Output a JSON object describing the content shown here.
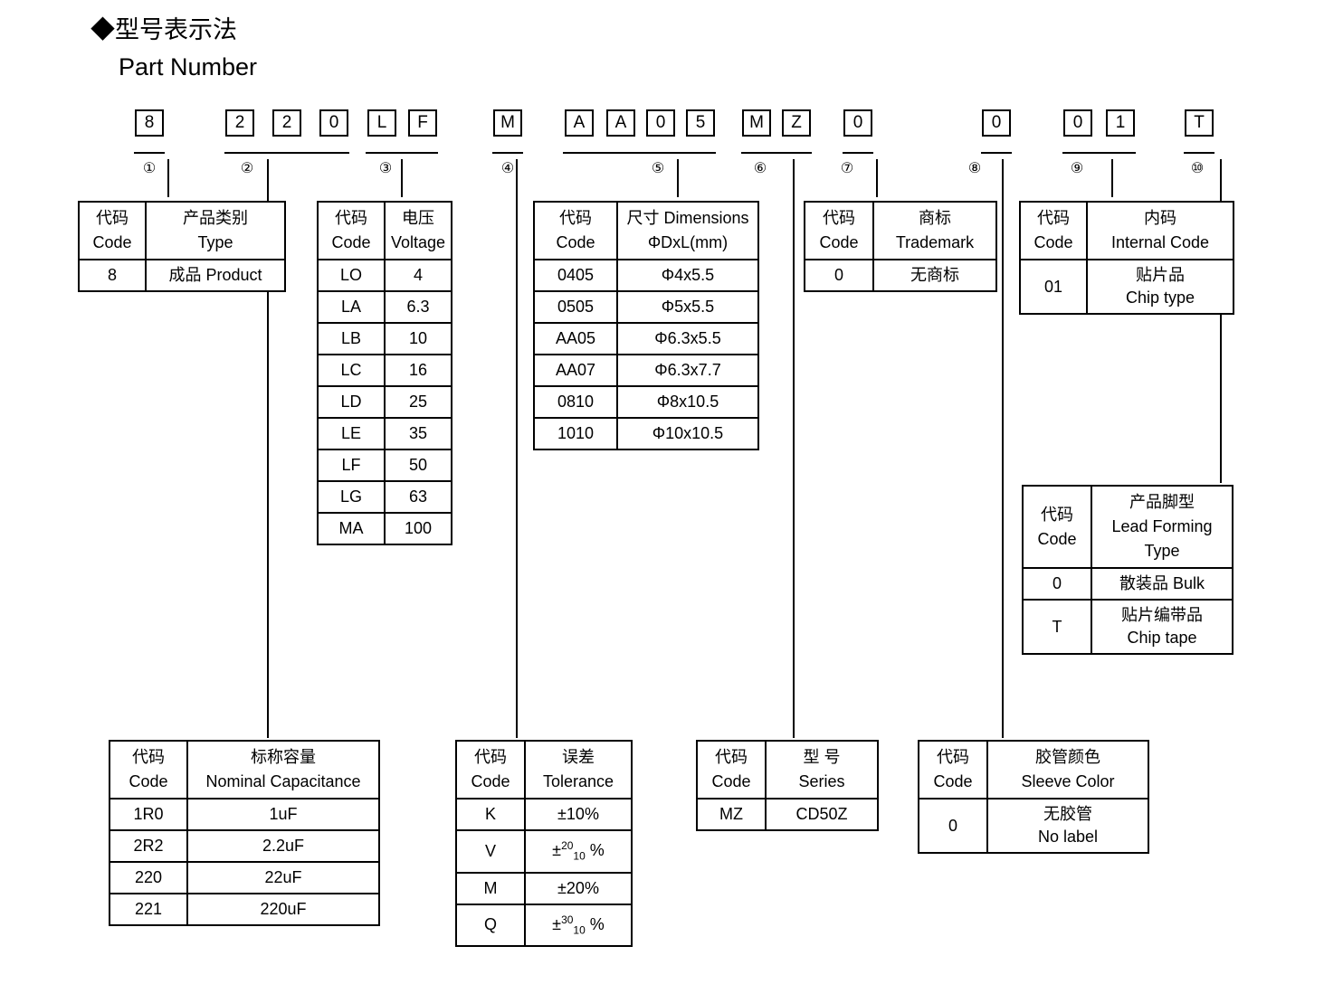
{
  "header": {
    "title_cn": "◆型号表示法",
    "title_en": "Part Number"
  },
  "part_number": {
    "segments": [
      {
        "marker": "①",
        "chars": [
          "8"
        ]
      },
      {
        "marker": "②",
        "chars": [
          "2",
          "2",
          "0"
        ]
      },
      {
        "marker": "③",
        "chars": [
          "L",
          "F"
        ]
      },
      {
        "marker": "④",
        "chars": [
          "M"
        ]
      },
      {
        "marker": "⑤",
        "chars": [
          "A",
          "A",
          "0",
          "5"
        ]
      },
      {
        "marker": "⑥",
        "chars": [
          "M",
          "Z"
        ]
      },
      {
        "marker": "⑦",
        "chars": [
          "0"
        ]
      },
      {
        "marker": "⑧",
        "chars": [
          "0"
        ]
      },
      {
        "marker": "⑨",
        "chars": [
          "0",
          "1"
        ]
      },
      {
        "marker": "⑩",
        "chars": [
          "T"
        ]
      }
    ]
  },
  "common": {
    "code_cn": "代码",
    "code_en": "Code"
  },
  "tables": {
    "type": {
      "header_cn": "产品类别",
      "header_en": "Type",
      "rows": [
        {
          "code": "8",
          "value": "成品 Product"
        }
      ]
    },
    "voltage": {
      "header_cn": "电压",
      "header_en": "Voltage",
      "rows": [
        {
          "code": "LO",
          "value": "4"
        },
        {
          "code": "LA",
          "value": "6.3"
        },
        {
          "code": "LB",
          "value": "10"
        },
        {
          "code": "LC",
          "value": "16"
        },
        {
          "code": "LD",
          "value": "25"
        },
        {
          "code": "LE",
          "value": "35"
        },
        {
          "code": "LF",
          "value": "50"
        },
        {
          "code": "LG",
          "value": "63"
        },
        {
          "code": "MA",
          "value": "100"
        }
      ]
    },
    "dimensions": {
      "header_cn": "尺寸 Dimensions",
      "header_en": "ΦDxL(mm)",
      "rows": [
        {
          "code": "0405",
          "value": "Φ4x5.5"
        },
        {
          "code": "0505",
          "value": "Φ5x5.5"
        },
        {
          "code": "AA05",
          "value": "Φ6.3x5.5"
        },
        {
          "code": "AA07",
          "value": "Φ6.3x7.7"
        },
        {
          "code": "0810",
          "value": "Φ8x10.5"
        },
        {
          "code": "1010",
          "value": "Φ10x10.5"
        }
      ]
    },
    "trademark": {
      "header_cn": "商标",
      "header_en": "Trademark",
      "rows": [
        {
          "code": "0",
          "value": "无商标"
        }
      ]
    },
    "internal_code": {
      "header_cn": "内码",
      "header_en": "Internal Code",
      "rows": [
        {
          "code": "01",
          "value_cn": "贴片品",
          "value_en": "Chip type"
        }
      ]
    },
    "lead_forming": {
      "header_cn": "产品脚型",
      "header_en1": "Lead Forming",
      "header_en2": "Type",
      "rows": [
        {
          "code": "0",
          "value_cn": "散装品 Bulk",
          "value_en": ""
        },
        {
          "code": "T",
          "value_cn": "贴片编带品",
          "value_en": "Chip tape"
        }
      ]
    },
    "capacitance": {
      "header_cn": "标称容量",
      "header_en": "Nominal Capacitance",
      "rows": [
        {
          "code": "1R0",
          "value": "1uF"
        },
        {
          "code": "2R2",
          "value": "2.2uF"
        },
        {
          "code": "220",
          "value": "22uF"
        },
        {
          "code": "221",
          "value": "220uF"
        }
      ]
    },
    "tolerance": {
      "header_cn": "误差",
      "header_en": "Tolerance",
      "rows": [
        {
          "code": "K",
          "value": "±10%",
          "sup": "",
          "sub": ""
        },
        {
          "code": "V",
          "value": "",
          "sup": "20",
          "sub": "10",
          "suffix": "%"
        },
        {
          "code": "M",
          "value": "±20%",
          "sup": "",
          "sub": ""
        },
        {
          "code": "Q",
          "value": "",
          "sup": "30",
          "sub": "10",
          "suffix": "%"
        }
      ]
    },
    "series": {
      "header_cn": "型 号",
      "header_en": "Series",
      "rows": [
        {
          "code": "MZ",
          "value": "CD50Z"
        }
      ]
    },
    "sleeve_color": {
      "header_cn": "胶管颜色",
      "header_en": "Sleeve Color",
      "rows": [
        {
          "code": "0",
          "value_cn": "无胶管",
          "value_en": "No label"
        }
      ]
    }
  }
}
